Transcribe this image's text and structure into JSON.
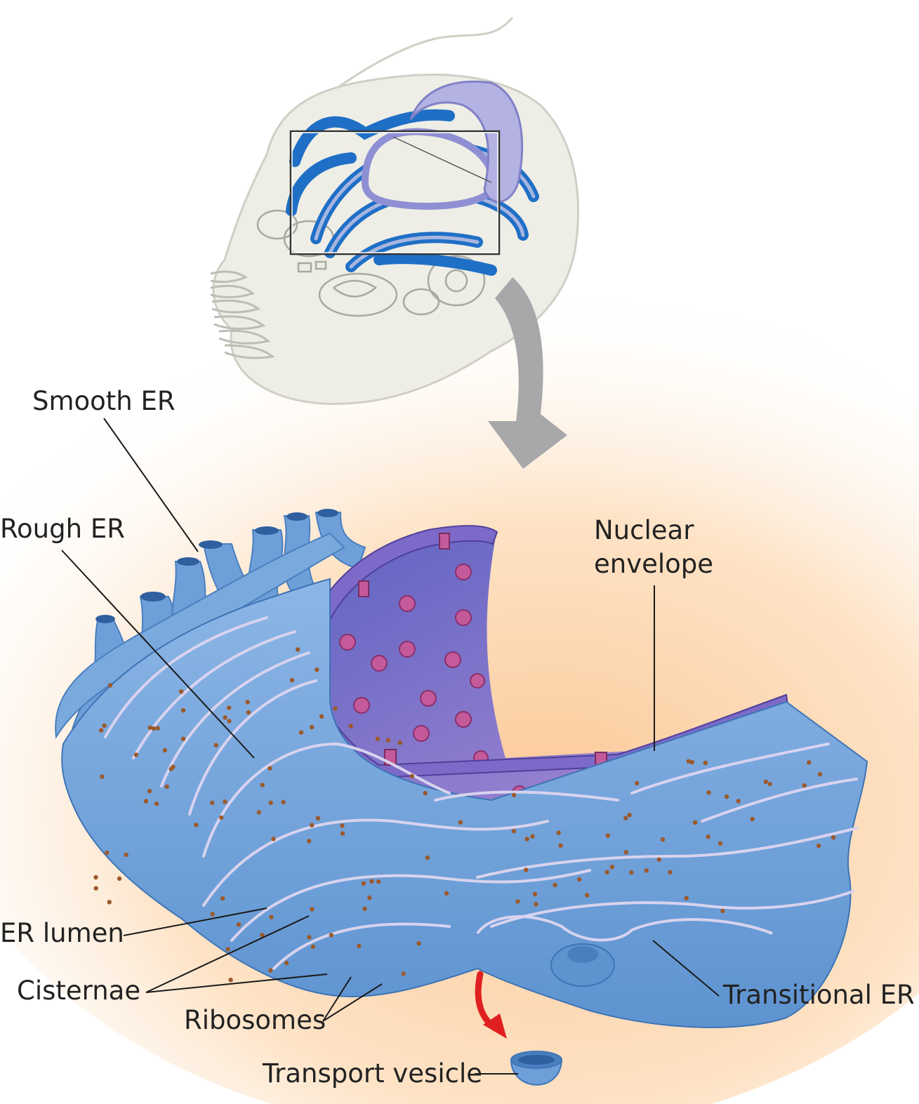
{
  "labels": {
    "smooth_er": "Smooth ER",
    "rough_er": "Rough ER",
    "nuclear_envelope_line1": "Nuclear",
    "nuclear_envelope_line2": "envelope",
    "er_lumen": "ER lumen",
    "cisternae": "Cisternae",
    "ribosomes": "Ribosomes",
    "transitional_er": "Transitional ER",
    "transport_vesicle": "Transport vesicle"
  },
  "colors": {
    "er_blue": "#6b9fd8",
    "er_dark_blue": "#1f6fc6",
    "nucleus_purple": "#7f7fd0",
    "nuclear_pore_pink": "#c45a9a",
    "ribosome_brown": "#9b5a2d",
    "cell_outline": "#cfcfc6",
    "cell_fill": "#eeeee6",
    "glow_orange": "#fbc48f",
    "arrow_gray": "#a8a8ab",
    "arrow_red": "#e02020"
  }
}
